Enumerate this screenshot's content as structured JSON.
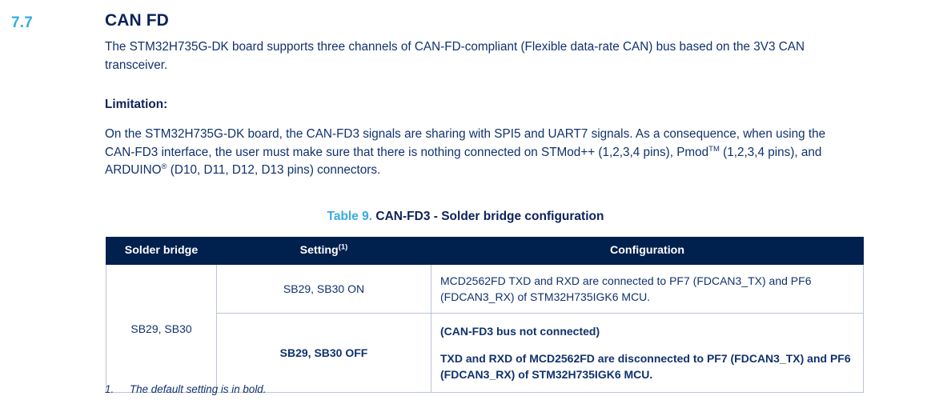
{
  "section": {
    "number": "7.7",
    "title": "CAN FD"
  },
  "paragraphs": {
    "intro": "The STM32H735G-DK board supports three channels of CAN-FD-compliant (Flexible data-rate CAN) bus based on the 3V3 CAN transceiver.",
    "limitation_heading": "Limitation:",
    "limitation_part1": "On the STM32H735G-DK board, the CAN-FD3 signals are sharing with SPI5 and UART7 signals. As a consequence, when using the CAN-FD3 interface, the user must make sure that there is nothing connected on STMod++ (1,2,3,4 pins), Pmod",
    "limitation_tm": "TM",
    "limitation_part2": " (1,2,3,4 pins), and ARDUINO",
    "limitation_reg": "®",
    "limitation_part3": " (D10, D11, D12, D13 pins) connectors."
  },
  "table": {
    "caption_label": "Table 9.",
    "caption_text": "CAN-FD3 - Solder bridge configuration",
    "headers": {
      "col1": "Solder bridge",
      "col2": "Setting",
      "col2_footnote_marker": "(1)",
      "col3": "Configuration"
    },
    "solder_bridge_value": "SB29, SB30",
    "rows": [
      {
        "setting": "SB29, SB30 ON",
        "configuration_lines": [
          "MCD2562FD TXD and RXD are connected to PF7 (FDCAN3_TX) and PF6 (FDCAN3_RX) of STM32H735IGK6 MCU."
        ],
        "bold": false
      },
      {
        "setting": "SB29, SB30 OFF",
        "configuration_lines": [
          "(CAN-FD3 bus not connected)",
          "TXD and RXD of MCD2562FD are disconnected to PF7 (FDCAN3_TX) and PF6 (FDCAN3_RX) of STM32H735IGK6 MCU."
        ],
        "bold": true
      }
    ]
  },
  "footnote": {
    "number": "1.",
    "text": "The default setting is in bold."
  },
  "colors": {
    "accent_light_blue": "#35adde",
    "navy_header": "#00204e",
    "text_navy": "#11326e",
    "title_navy": "#0d2259",
    "table_border": "#b9c4d4"
  }
}
